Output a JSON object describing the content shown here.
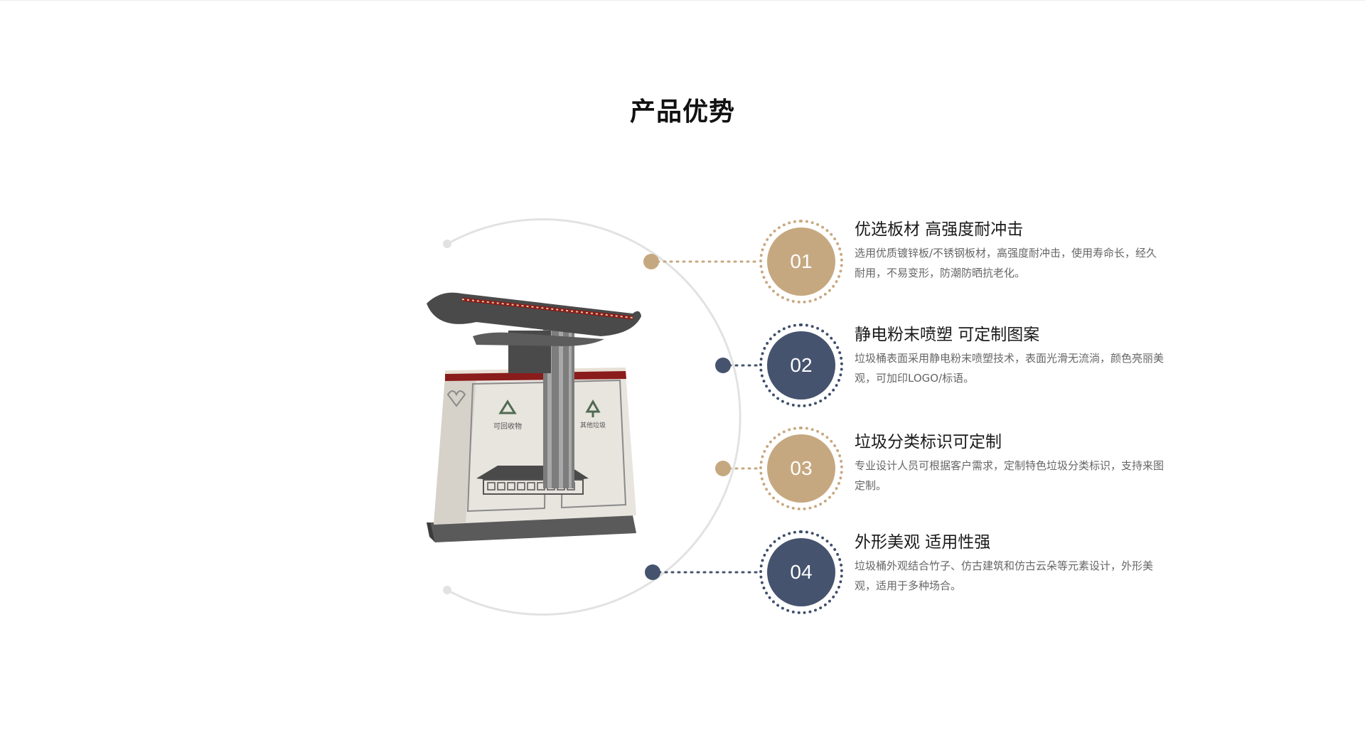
{
  "section": {
    "title": "产品优势"
  },
  "features": [
    {
      "number": "01",
      "title": "优选板材  高强度耐冲击",
      "description": "选用优质镀锌板/不锈钢板材，高强度耐冲击，使用寿命长，经久耐用，不易变形，防潮防晒抗老化。",
      "accent": "tan"
    },
    {
      "number": "02",
      "title": "静电粉末喷塑  可定制图案",
      "description": "垃圾桶表面采用静电粉末喷塑技术，表面光滑无流淌，颜色亮丽美观，可加印LOGO/标语。",
      "accent": "navy"
    },
    {
      "number": "03",
      "title": "垃圾分类标识可定制",
      "description": "专业设计人员可根据客户需求，定制特色垃圾分类标识，支持来图定制。",
      "accent": "tan"
    },
    {
      "number": "04",
      "title": "外形美观 适用性强",
      "description": "垃圾桶外观结合竹子、仿古建筑和仿古云朵等元素设计，外形美观，适用于多种场合。",
      "accent": "navy"
    }
  ],
  "product": {
    "left_bin_label": "可回收物",
    "right_bin_label": "其他垃圾",
    "image_icon": "classical-trash-bin-illustration"
  },
  "colors": {
    "tan": "#c6a880",
    "navy": "#45536e",
    "arc": "#e2e2e2",
    "roof": "#4a4a4a",
    "trim_red": "#8a1c1c"
  }
}
